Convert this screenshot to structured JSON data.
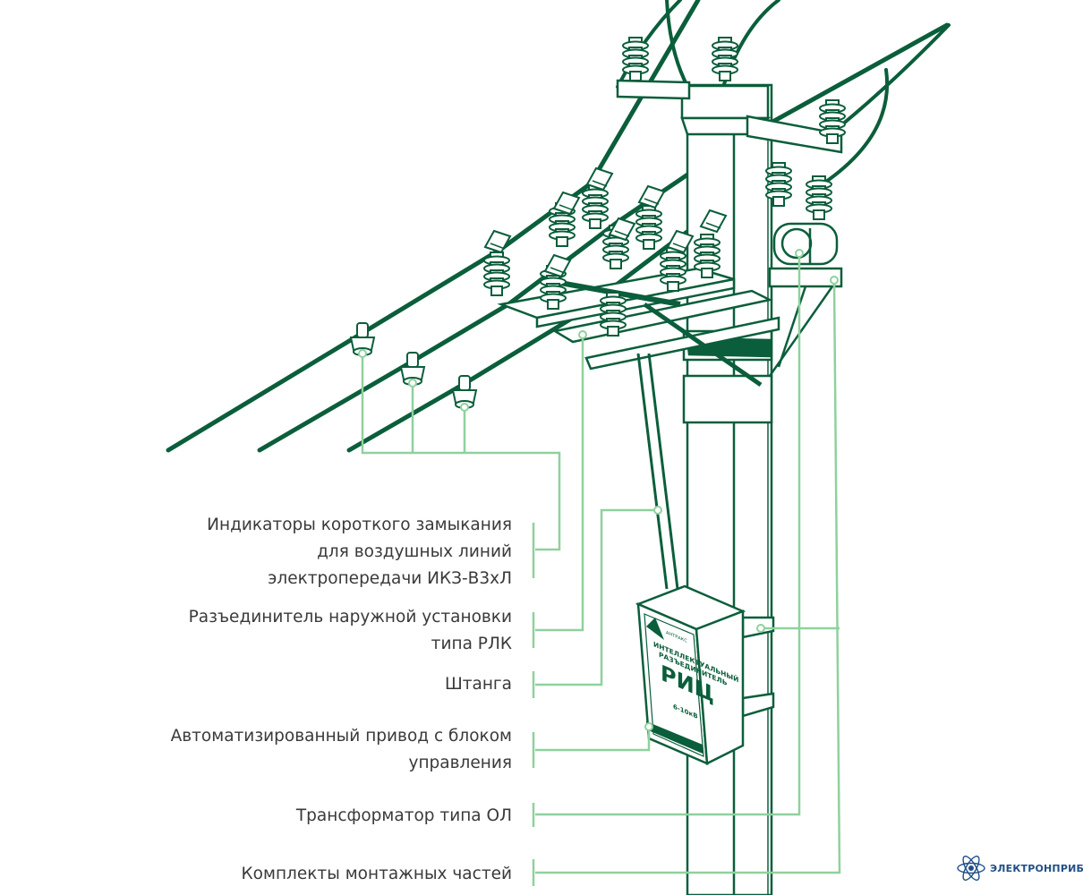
{
  "colors": {
    "dark_green": "#0b5e3b",
    "light_green": "#8fd19e",
    "text": "#3a3a3a",
    "brand_blue": "#1f4f88"
  },
  "labels": {
    "indicators": [
      "Индикаторы короткого замыкания",
      "для воздушных линий",
      "электропередачи ИКЗ-В3хЛ"
    ],
    "disconnector": [
      "Разъединитель наружной установки",
      "типа РЛК"
    ],
    "rod": [
      "Штанга"
    ],
    "drive": [
      "Автоматизированный привод с блоком",
      "управления"
    ],
    "transformer": [
      "Трансформатор типа ОЛ"
    ],
    "mounting": [
      "Комплекты монтажных частей"
    ]
  },
  "box": {
    "line1": "ИНТЕЛЛЕКТУАЛЬНЫЙ",
    "line2": "РАЗЪЕДИНИТЕЛЬ",
    "title": "РИЦ",
    "voltage": "6-10кВ",
    "maker": "АНТРАКС"
  },
  "brand": {
    "name": "ЭЛЕКТРОНПРИБОР",
    "icon": "atom-icon"
  }
}
